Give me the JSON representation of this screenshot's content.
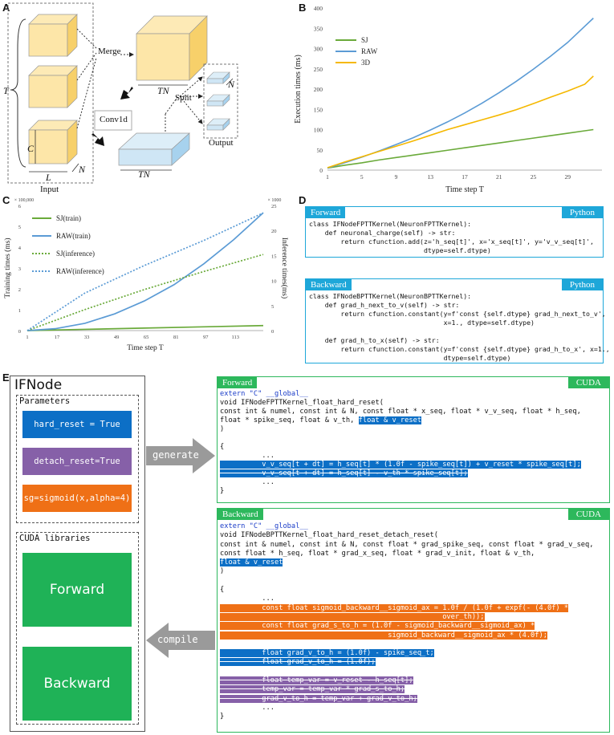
{
  "panels": {
    "a": "A",
    "b": "B",
    "c": "C",
    "d": "D",
    "e": "E"
  },
  "panel_a": {
    "merge": "Merge",
    "split": "Split",
    "conv": "Conv1d",
    "input": "Input",
    "output": "Output",
    "t_label": "T",
    "c_label": "C",
    "l_label": "L",
    "n_label": "N",
    "tn_top": "TN",
    "tn_bottom": "TN",
    "n_output": "N"
  },
  "panel_d": {
    "forward_tab": "Forward",
    "backward_tab": "Backward",
    "lang": "Python",
    "forward_code": [
      "class IFNodeFPTTKernel(NeuronFPTTKernel):",
      "    def neuronal_charge(self) -> str:",
      "        return cfunction.add(z='h_seq[t]', x='x_seq[t]', y='v_v_seq[t]',",
      "                             dtype=self.dtype)"
    ],
    "backward_code": [
      "class IFNodeBPTTKernel(NeuronBPTTKernel):",
      "    def grad_h_next_to_v(self) -> str:",
      "        return cfunction.constant(y=f'const {self.dtype} grad_h_next_to_v',",
      "                                  x=1., dtype=self.dtype)",
      "",
      "    def grad_h_to_x(self) -> str:",
      "        return cfunction.constant(y=f'const {self.dtype} grad_h_to_x', x=1.,",
      "                                  dtype=self.dtype)"
    ]
  },
  "panel_e": {
    "node_title": "IFNode",
    "parameters_label": "Parameters",
    "param_hard_reset": "hard_reset = True",
    "param_detach_reset": "detach_reset=True",
    "param_sg": "sg=sigmoid(x,alpha=4)",
    "cuda_libraries": "CUDA libraries",
    "forward_btn": "Forward",
    "backward_btn": "Backward",
    "generate": "generate",
    "compile": "compile",
    "forward_tab": "Forward",
    "backward_tab": "Backward",
    "lang": "CUDA",
    "fwd_code": [
      "extern \"C\" __global__",
      "void IFNodeFPTTKernel_float_hard_reset(",
      "const int & numel, const int & N, const float * x_seq, float * v_v_seq, float * h_seq,",
      "float * spike_seq, float & v_th, ",
      ")",
      "",
      "{",
      "          ...",
      "          v_v_seq[t + dt] = h_seq[t] * (1.0f - spike_seq[t]) + v_reset * spike_seq[t];",
      "          v_v_seq[t + dt] = h_seq[t] - v_th * spike_seq[t];",
      "          ...",
      "}"
    ],
    "fwd_highlight": "float & v_reset",
    "bwd_code": [
      "extern \"C\" __global__",
      "void IFNodeBPTTKernel_float_hard_reset_detach_reset(",
      "const int & numel, const int & N, const float * grad_spike_seq, const float * grad_v_seq,",
      "const float * h_seq, float * grad_x_seq, float * grad_v_init, float & v_th,",
      "",
      ")",
      "",
      "{",
      "          ...",
      "          const float sigmoid_backward__sigmoid_ax = 1.0f / (1.0f + expf(- (4.0f) *",
      "                                                     over_th));",
      "          const float grad_s_to_h = (1.0f - sigmoid_backward__sigmoid_ax) *",
      "                                        sigmoid_backward__sigmoid_ax * (4.0f);",
      "",
      "          float grad_v_to_h = (1.0f) - spike_seq_t;",
      "          float grad_v_to_h = (1.0f);",
      "",
      "          float temp_var = v_reset - h_seq[t];",
      "          temp_var = temp_var * grad_s_to_h;",
      "          grad_v_to_h = temp_var + grad_v_to_h;",
      "          ...",
      "}"
    ],
    "bwd_highlight": "float & v_reset"
  },
  "chart_data": [
    {
      "type": "line",
      "xlabel": "Time step T",
      "ylabel": "Execution times (ms)",
      "ylim": [
        0,
        400
      ],
      "xlim": [
        1,
        33
      ],
      "x_ticks": [
        1,
        5,
        9,
        13,
        17,
        21,
        25,
        29
      ],
      "y_ticks": [
        0,
        50,
        100,
        150,
        200,
        250,
        300,
        350,
        400
      ],
      "legend": "top-left",
      "grid": false,
      "series": [
        {
          "name": "SJ",
          "color": "#6aaa3a",
          "x": [
            1,
            3,
            5,
            7,
            9,
            11,
            13,
            15,
            17,
            19,
            21,
            23,
            25,
            27,
            29,
            31,
            32
          ],
          "y": [
            5,
            12,
            18,
            25,
            31,
            37,
            43,
            49,
            55,
            61,
            67,
            73,
            79,
            85,
            91,
            97,
            100
          ]
        },
        {
          "name": "RAW",
          "color": "#5b9bd5",
          "x": [
            1,
            3,
            5,
            7,
            9,
            11,
            13,
            15,
            17,
            19,
            21,
            23,
            25,
            27,
            29,
            31,
            32
          ],
          "y": [
            5,
            18,
            32,
            47,
            63,
            80,
            99,
            119,
            141,
            165,
            191,
            219,
            249,
            281,
            315,
            355,
            375
          ]
        },
        {
          "name": "3D",
          "color": "#f5b800",
          "x": [
            1,
            3,
            5,
            7,
            9,
            11,
            13,
            15,
            17,
            19,
            21,
            23,
            25,
            27,
            29,
            31,
            32
          ],
          "y": [
            6,
            20,
            33,
            46,
            59,
            72,
            86,
            100,
            112,
            124,
            136,
            149,
            164,
            180,
            195,
            212,
            232
          ]
        }
      ]
    },
    {
      "type": "line",
      "xlabel": "Time step T",
      "ylabel": "Training times (ms)",
      "y2label": "Inference times(ms)",
      "ylim": [
        0,
        6
      ],
      "y2lim": [
        0,
        25
      ],
      "xlim": [
        1,
        128
      ],
      "y_scale_note": "× 100,000",
      "y2_scale_note": "× 1000",
      "x_ticks": [
        1,
        17,
        33,
        49,
        65,
        81,
        97,
        113
      ],
      "y_ticks": [
        0,
        1,
        2,
        3,
        4,
        5,
        6
      ],
      "y2_ticks": [
        0,
        5,
        10,
        15,
        20,
        25
      ],
      "legend": "top-left",
      "grid": false,
      "series": [
        {
          "name": "SJ(train)",
          "color": "#6aaa3a",
          "style": "solid",
          "axis": "left",
          "x": [
            1,
            32,
            64,
            96,
            128
          ],
          "y": [
            0,
            0.06,
            0.12,
            0.18,
            0.24
          ]
        },
        {
          "name": "RAW(train)",
          "color": "#5b9bd5",
          "style": "solid",
          "axis": "left",
          "x": [
            1,
            16,
            32,
            48,
            64,
            80,
            96,
            112,
            128
          ],
          "y": [
            0,
            0.09,
            0.35,
            0.8,
            1.42,
            2.2,
            3.2,
            4.35,
            5.65
          ]
        },
        {
          "name": "SJ(inference)",
          "color": "#6aaa3a",
          "style": "dotted",
          "axis": "right",
          "x": [
            1,
            32,
            64,
            96,
            128
          ],
          "y": [
            0,
            4.2,
            8.2,
            11.8,
            15.2
          ]
        },
        {
          "name": "RAW(inference)",
          "color": "#5b9bd5",
          "style": "dotted",
          "axis": "right",
          "x": [
            1,
            32,
            64,
            96,
            128
          ],
          "y": [
            0,
            7.5,
            13,
            18,
            23.5
          ]
        }
      ]
    }
  ]
}
